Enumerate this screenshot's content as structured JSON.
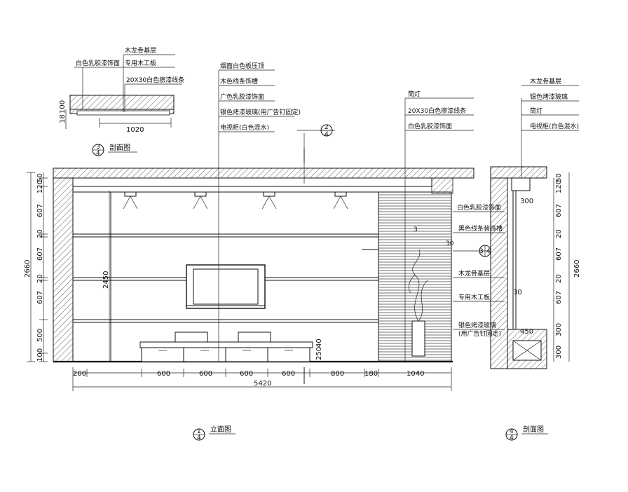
{
  "section_detail": {
    "labels": [
      "木龙骨基层",
      "白色乳胶漆饰面",
      "专用木工板",
      "20X30白色擦漆线条"
    ],
    "dims": [
      "18",
      "100",
      "1020"
    ],
    "caption_num": "3",
    "caption_sheet": "4",
    "caption": "剖面图"
  },
  "main_labels": [
    "烟面白色板压顶",
    "木色线条饰槽",
    "广色乳胶漆饰面",
    "银色烤漆玻璃(用广告钉固定)",
    "电视柜(白色混水)"
  ],
  "right_labels": [
    "筒灯",
    "20X30白色擦漆线条",
    "白色乳胶漆饰面"
  ],
  "callout_1": {
    "num": "2",
    "sheet": "4"
  },
  "callout_2": {
    "num": "3",
    "sheet": "4"
  },
  "side_labels": [
    "白色乳胶漆饰面",
    "黑色线条装饰槽",
    "木龙骨基层",
    "专用木工板",
    "银色烤漆玻璃",
    "(用广告钉固定)"
  ],
  "section_right_top": [
    "木龙骨基层",
    "银色烤漆玻璃",
    "筒灯",
    "电视柜(白色混水)"
  ],
  "dims_left": [
    "50",
    "120",
    "607",
    "20",
    "607",
    "20",
    "607",
    "500",
    "100"
  ],
  "dim_left_total": "2660",
  "dim_inner": "2450",
  "dim_bottom": [
    "200",
    "600",
    "600",
    "600",
    "600",
    "800",
    "180",
    "1040"
  ],
  "dim_bottom_total": "5420",
  "dim_mid": [
    "250",
    "40"
  ],
  "dims_right_section": [
    "50",
    "120",
    "607",
    "20",
    "607",
    "20",
    "607",
    "300",
    "300"
  ],
  "dim_right_total": "2660",
  "section_right_dims": [
    "300",
    "30",
    "450"
  ],
  "callout_annot": [
    "3",
    "30"
  ],
  "caption_elev": "立面图",
  "caption_elev_num": "1",
  "caption_elev_sheet": "4",
  "caption_sec": "剖面图",
  "caption_sec_num": "4",
  "caption_sec_sheet": "4"
}
